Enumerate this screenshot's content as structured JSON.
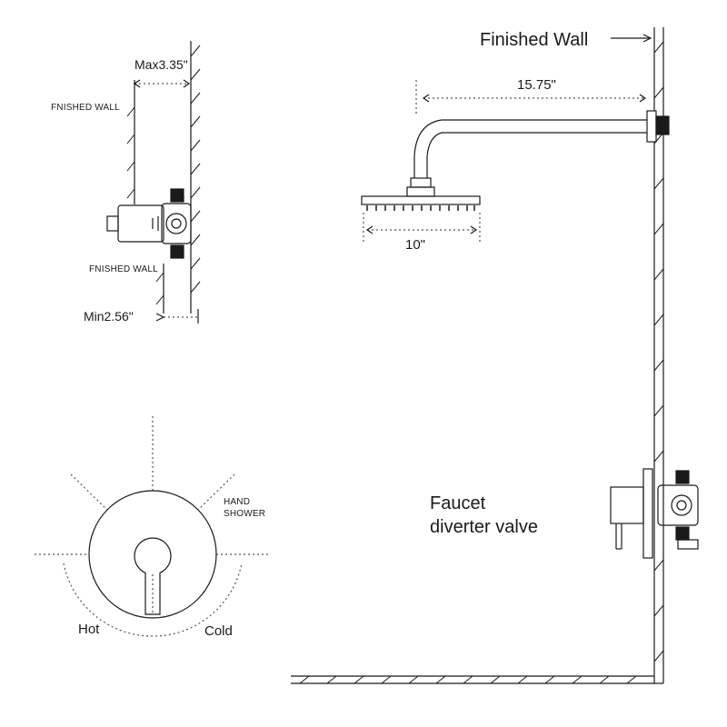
{
  "labels": {
    "finished_wall": "Finished Wall",
    "arm_length": "15.75\"",
    "head_diameter": "10\"",
    "max_depth": "Max3.35\"",
    "min_depth": "Min2.56\"",
    "fnished_wall_top": "FNISHED WALL",
    "fnished_wall_bottom": "FNISHED WALL",
    "faucet_line1": "Faucet",
    "faucet_line2": "diverter valve",
    "hand_shower_line1": "HAND",
    "hand_shower_line2": "SHOWER",
    "hot": "Hot",
    "cold": "Cold"
  },
  "colors": {
    "line": "#1a1a1a",
    "dotted": "#555555",
    "background": "#ffffff"
  },
  "icons": {
    "arrow": "arrow-right-icon"
  }
}
